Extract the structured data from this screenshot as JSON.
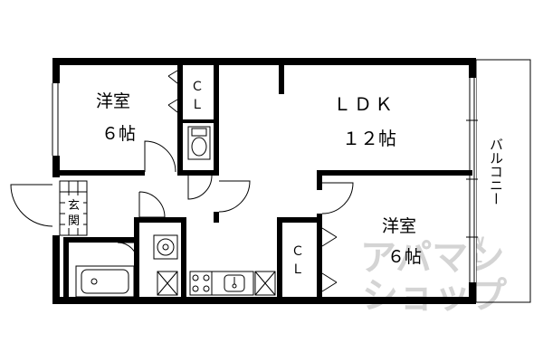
{
  "rooms": {
    "western_room_1": {
      "name": "洋室",
      "size": "６帖"
    },
    "closet_1": {
      "line1": "Ｃ",
      "line2": "Ｌ"
    },
    "ldk": {
      "name": "ＬＤＫ",
      "size": "１２帖"
    },
    "balcony": {
      "name": "バルコニー"
    },
    "entrance": {
      "line1": "玄",
      "line2": "関"
    },
    "western_room_2": {
      "name": "洋室",
      "size": "６帖"
    },
    "closet_2": {
      "line1": "Ｃ",
      "line2": "Ｌ"
    }
  },
  "watermark": {
    "line1": "アパマン",
    "line2": "ショップ"
  },
  "icons": [
    "toilet-icon",
    "bathtub-icon",
    "washbasin-icon",
    "washing-machine-icon",
    "sink-icon",
    "stove-icon",
    "fridge-icon",
    "door-swing-icon"
  ]
}
